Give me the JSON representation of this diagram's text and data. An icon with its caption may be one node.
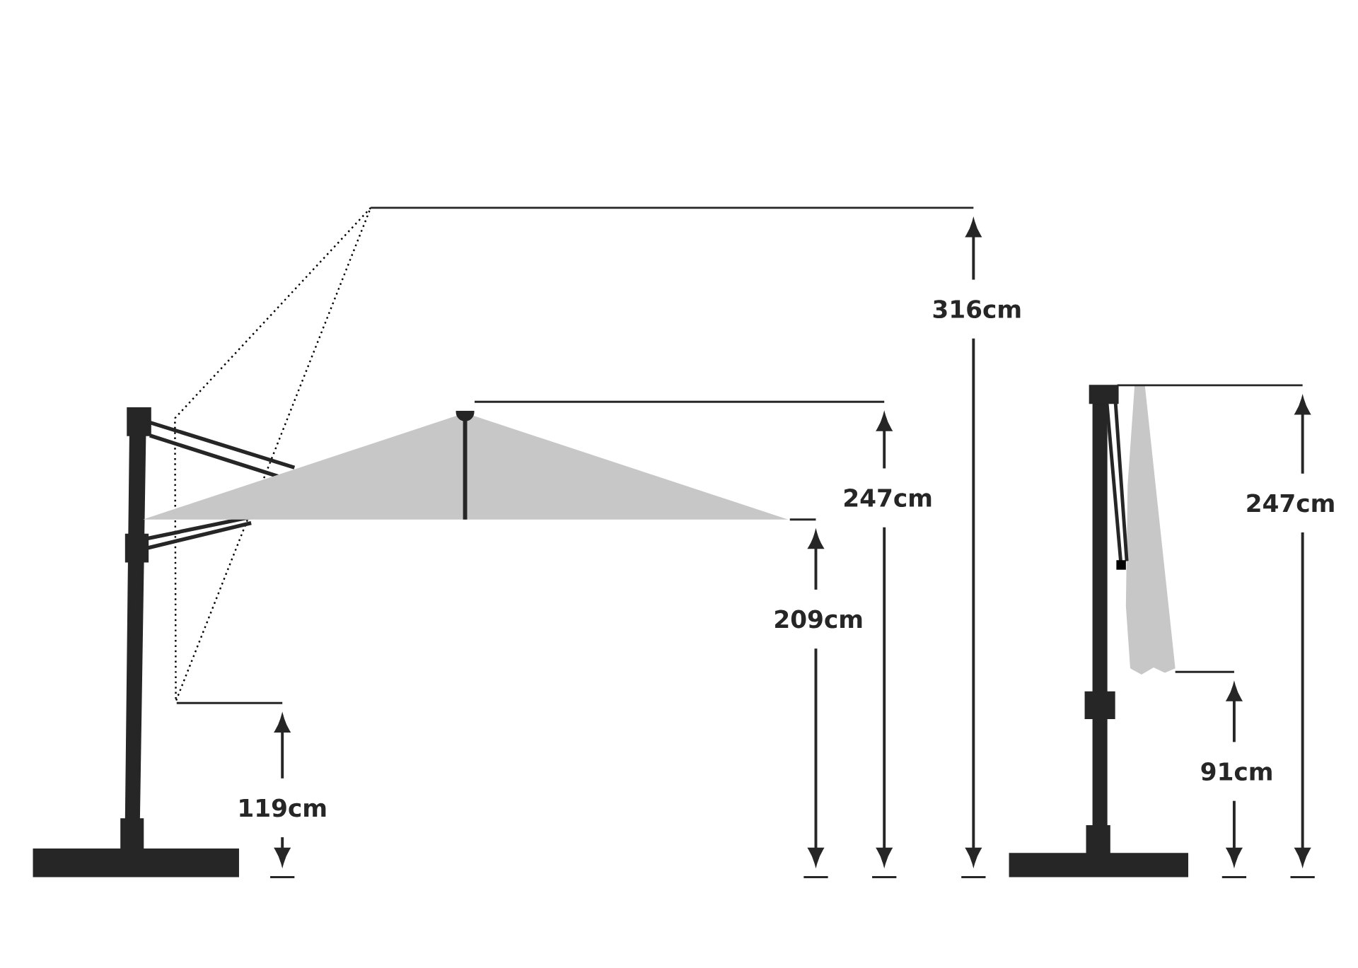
{
  "diagram": {
    "labels": [
      "316cm",
      "247cm",
      "247cm",
      "209cm",
      "91cm",
      "119cm"
    ]
  }
}
